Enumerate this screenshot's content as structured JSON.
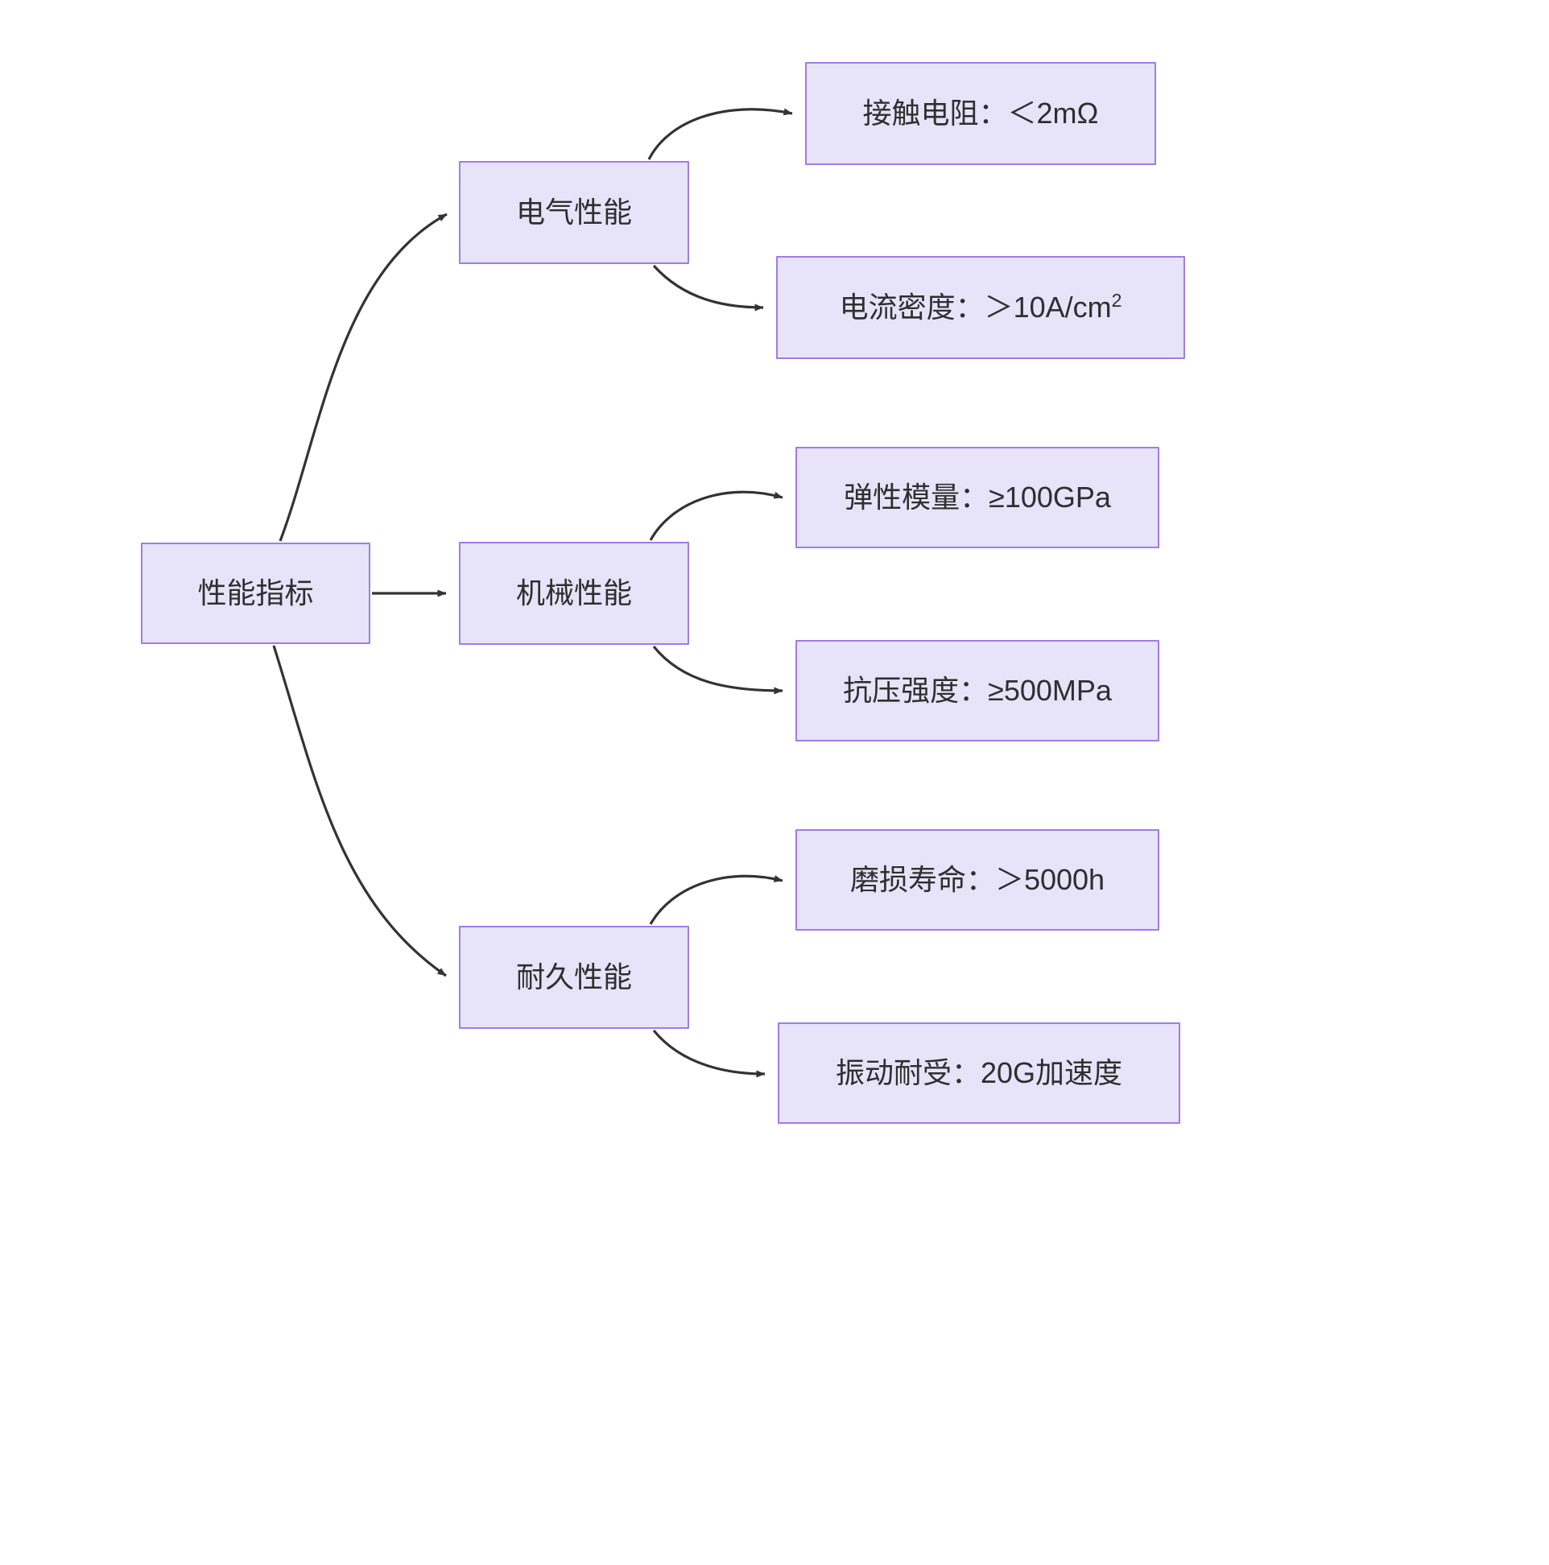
{
  "diagram": {
    "type": "flowchart",
    "direction": "left-to-right",
    "background_color": "#ffffff",
    "node_fill_color": "#e7e3f9",
    "node_border_color": "#9f7cea",
    "node_text_color": "#2f2f2f",
    "edge_color": "#333333",
    "root": {
      "id": "root",
      "label": "性能指标"
    },
    "groups": [
      {
        "id": "elec",
        "label": "电气性能"
      },
      {
        "id": "mech",
        "label": "机械性能"
      },
      {
        "id": "dura",
        "label": "耐久性能"
      }
    ],
    "leaves": [
      {
        "id": "leaf-0",
        "parent": "elec",
        "label": "接触电阻：＜2mΩ",
        "metric": "接触电阻",
        "value": "＜2mΩ"
      },
      {
        "id": "leaf-1",
        "parent": "elec",
        "label_prefix": "电流密度：＞10A/cm",
        "label_sup": "2",
        "metric": "电流密度",
        "value": "＞10A/cm²"
      },
      {
        "id": "leaf-2",
        "parent": "mech",
        "label": "弹性模量：≥100GPa",
        "metric": "弹性模量",
        "value": "≥100GPa"
      },
      {
        "id": "leaf-3",
        "parent": "mech",
        "label": "抗压强度：≥500MPa",
        "metric": "抗压强度",
        "value": "≥500MPa"
      },
      {
        "id": "leaf-4",
        "parent": "dura",
        "label": "磨损寿命：＞5000h",
        "metric": "磨损寿命",
        "value": "＞5000h"
      },
      {
        "id": "leaf-5",
        "parent": "dura",
        "label": "振动耐受：20G加速度",
        "metric": "振动耐受",
        "value": "20G加速度"
      }
    ],
    "edges": [
      {
        "from": "root",
        "to": "elec",
        "style": "curved",
        "arrow": "triangle"
      },
      {
        "from": "root",
        "to": "mech",
        "style": "straight",
        "arrow": "triangle"
      },
      {
        "from": "root",
        "to": "dura",
        "style": "curved",
        "arrow": "triangle"
      },
      {
        "from": "elec",
        "to": "leaf-0",
        "style": "curved",
        "arrow": "triangle"
      },
      {
        "from": "elec",
        "to": "leaf-1",
        "style": "curved",
        "arrow": "triangle"
      },
      {
        "from": "mech",
        "to": "leaf-2",
        "style": "curved",
        "arrow": "triangle"
      },
      {
        "from": "mech",
        "to": "leaf-3",
        "style": "curved",
        "arrow": "triangle"
      },
      {
        "from": "dura",
        "to": "leaf-4",
        "style": "curved",
        "arrow": "triangle"
      },
      {
        "from": "dura",
        "to": "leaf-5",
        "style": "curved",
        "arrow": "triangle"
      }
    ]
  }
}
